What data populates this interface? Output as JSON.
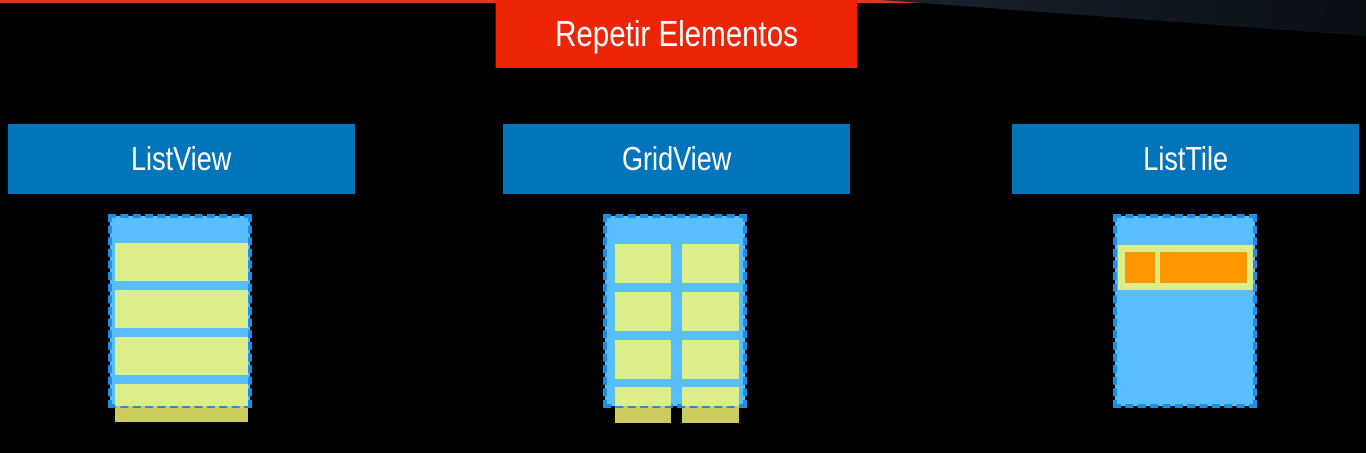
{
  "title": "Repetir Elementos",
  "colors": {
    "banner": "#ee2406",
    "header": "#0275ba",
    "screen": "#58bffc",
    "item": "#dbee8a",
    "overflow_item": "#cccc5e",
    "tile_part": "#ff9800",
    "dashed_border": "#1d8ee6"
  },
  "sections": [
    {
      "label": "ListView",
      "icon": "listview-illustration"
    },
    {
      "label": "GridView",
      "icon": "gridview-illustration"
    },
    {
      "label": "ListTile",
      "icon": "listtile-illustration"
    }
  ]
}
